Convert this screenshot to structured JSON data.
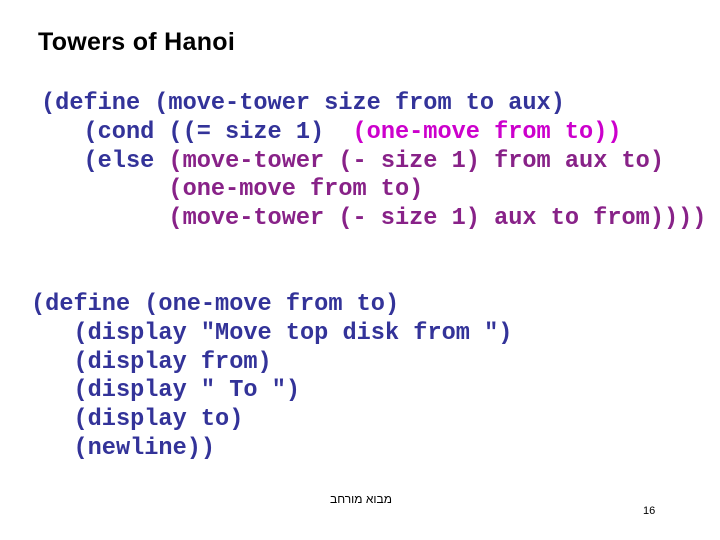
{
  "title": "Towers of Hanoi",
  "colors": {
    "background": "#FFFFFF",
    "title_text": "#000000",
    "navy": "#333399",
    "magenta": "#CC00CC",
    "purple": "#882288"
  },
  "code_blocks": [
    {
      "name": "move-tower-definition",
      "lines": [
        {
          "segments": [
            {
              "text": "(define (move-tower size from to aux)",
              "color": "navy"
            }
          ]
        },
        {
          "segments": [
            {
              "text": "   (cond ((= size 1)  ",
              "color": "navy"
            },
            {
              "text": "(one-move from to))",
              "color": "magenta"
            }
          ]
        },
        {
          "segments": [
            {
              "text": "   (else ",
              "color": "navy"
            },
            {
              "text": "(move-tower (- size 1) from aux to)",
              "color": "purple"
            }
          ]
        },
        {
          "segments": [
            {
              "text": "         (one-move from to)",
              "color": "purple"
            }
          ]
        },
        {
          "segments": [
            {
              "text": "         (move-tower (- size 1) aux to from))))",
              "color": "purple"
            }
          ]
        }
      ]
    },
    {
      "name": "one-move-definition",
      "lines": [
        {
          "segments": [
            {
              "text": "(define (one-move from to)",
              "color": "navy"
            }
          ]
        },
        {
          "segments": [
            {
              "text": "   (display \"Move top disk from \")",
              "color": "navy"
            }
          ]
        },
        {
          "segments": [
            {
              "text": "   (display from)",
              "color": "navy"
            }
          ]
        },
        {
          "segments": [
            {
              "text": "   (display \" To \")",
              "color": "navy"
            }
          ]
        },
        {
          "segments": [
            {
              "text": "   (display to)",
              "color": "navy"
            }
          ]
        },
        {
          "segments": [
            {
              "text": "   (newline))",
              "color": "navy"
            }
          ]
        }
      ]
    }
  ],
  "footer": {
    "course_label": "מבוא מורחב",
    "page_number": "16"
  }
}
